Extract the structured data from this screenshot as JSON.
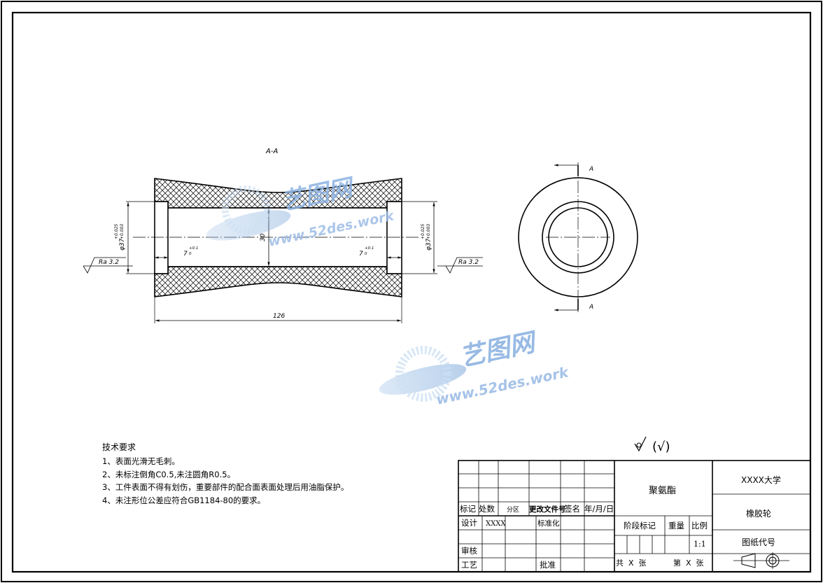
{
  "section_label": "A-A",
  "section_marker": "A",
  "dimensions": {
    "length": "126",
    "bore": "30",
    "left_dia": "φ37",
    "left_tol": "+0.025\n+0.003",
    "right_dia": "φ37",
    "right_tol": "+0.025\n+0.003",
    "left_depth": "7",
    "left_depth_tol": "+0.1\n0",
    "right_depth": "7",
    "right_depth_tol": "+0.1\n0",
    "roughness_left": "Ra 3.2",
    "roughness_right": "Ra 3.2"
  },
  "general_roughness": "(√)",
  "watermark": {
    "brand": "艺图网",
    "url": "www.52des.work"
  },
  "tech_requirements": {
    "title": "技术要求",
    "items": [
      "1、表面光滑无毛刺。",
      "2、未标注倒角C0.5,未注圆角R0.5。",
      "3、工件表面不得有划伤，重要部件的配合面表面处理后用油脂保护。",
      "4、未注形位公差应符合GB1184-80的要求。"
    ]
  },
  "title_block": {
    "material": "聚氨酯",
    "university": "XXXX大学",
    "part_name": "橡胶轮",
    "drawing_code_label": "图纸代号",
    "mark": "标记",
    "count": "处数",
    "zone": "分区",
    "change_doc": "更改文件号",
    "signature": "签名",
    "date": "年/月/日",
    "design": "设计",
    "designer": "XXXX",
    "standardize": "标准化",
    "review": "审核",
    "process": "工艺",
    "approve": "批准",
    "stage_mark": "阶段标记",
    "weight": "重量",
    "scale_label": "比例",
    "scale": "1:1",
    "total_sheets": "共  X  张",
    "sheet_no": "第  X  张"
  }
}
